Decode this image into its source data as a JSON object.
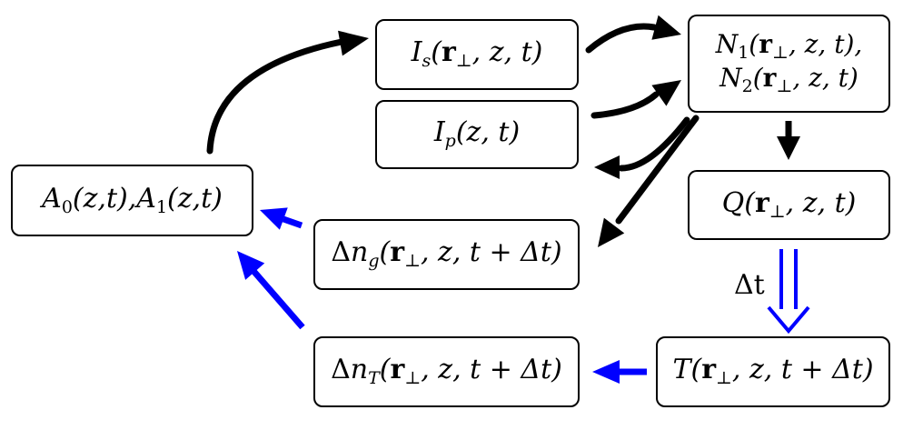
{
  "nodes": {
    "a": {
      "part1_sym": "A",
      "part1_sub": "0",
      "part1_args": "(z,t),",
      "part2_sym": "A",
      "part2_sub": "1",
      "part2_args": "(z,t)"
    },
    "is": {
      "sym": "I",
      "sub": "s",
      "open": "(",
      "vec": "r",
      "vec_sub": "⊥",
      "rest": ", z, t)"
    },
    "ip": {
      "sym": "I",
      "sub": "p",
      "args": "(z, t)"
    },
    "n": {
      "line1_sym": "N",
      "line1_sub": "1",
      "line1_open": "(",
      "line1_vec": "r",
      "line1_vec_sub": "⊥",
      "line1_rest": ", z, t),",
      "line2_sym": "N",
      "line2_sub": "2",
      "line2_open": "(",
      "line2_vec": "r",
      "line2_vec_sub": "⊥",
      "line2_rest": ", z, t)"
    },
    "q": {
      "sym": "Q",
      "open": "(",
      "vec": "r",
      "vec_sub": "⊥",
      "rest": ", z, t)"
    },
    "dng": {
      "delta": "Δ",
      "sym": "n",
      "sub": "g",
      "open": "(",
      "vec": "r",
      "vec_sub": "⊥",
      "rest": ", z, t + ",
      "dt": "Δt",
      "close": ")"
    },
    "dnt": {
      "delta": "Δ",
      "sym": "n",
      "sub": "T",
      "open": "(",
      "vec": "r",
      "vec_sub": "⊥",
      "rest": ", z, t + ",
      "dt": "Δt",
      "close": ")"
    },
    "t": {
      "sym": "T",
      "open": "(",
      "vec": "r",
      "vec_sub": "⊥",
      "rest": ", z, t + ",
      "dt": "Δt",
      "close": ")"
    }
  },
  "labels": {
    "dt": "Δt"
  },
  "colors": {
    "black_arrow": "#000000",
    "blue_arrow": "#0000ff"
  }
}
